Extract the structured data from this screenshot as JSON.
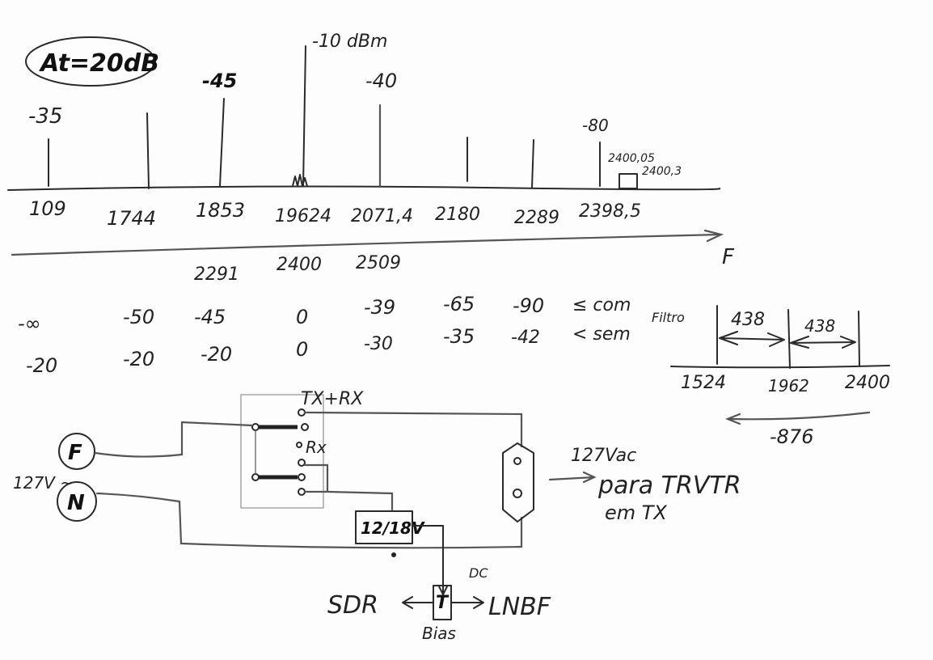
{
  "attenuation_label": "At=20dB",
  "spectrum": {
    "peak_levels": [
      "-35",
      "-45",
      "-10 dBm",
      "-40",
      "-80"
    ],
    "frequencies": [
      "109",
      "1744",
      "1853",
      "19624",
      "2071,4",
      "2180",
      "2289",
      "2398,5"
    ],
    "box_labels": [
      "2400,05",
      "2400,3"
    ],
    "axis_label": "F",
    "secondary_frequencies": [
      "2291",
      "2400",
      "2509"
    ]
  },
  "levels_table": {
    "com_values": [
      "-∞",
      "-50",
      "-45",
      "0",
      "-39",
      "-65",
      "-90"
    ],
    "com_label": "≤ com",
    "sem_values": [
      "-20",
      "-20",
      "-20",
      "0",
      "-30",
      "-35",
      "-42"
    ],
    "sem_label": "< sem"
  },
  "filter": {
    "label": "Filtro",
    "spans": [
      "438",
      "438"
    ],
    "frequencies": [
      "1524",
      "1962",
      "2400"
    ],
    "shift": "-876"
  },
  "circuit": {
    "relay_label_txrx": "TX+RX",
    "relay_label_rx": "Rx",
    "phase_label": "F",
    "neutral_label": "N",
    "mains_label": "127V ~",
    "supply_label": "12/18V",
    "output_voltage": "127Vac",
    "output_target": "para TRVTR",
    "output_mode": "em TX",
    "dc_label": "DC",
    "sdr_label": "SDR",
    "lnbf_label": "LNBF",
    "bias_label": "Bias",
    "bias_tee_symbol": "T"
  }
}
